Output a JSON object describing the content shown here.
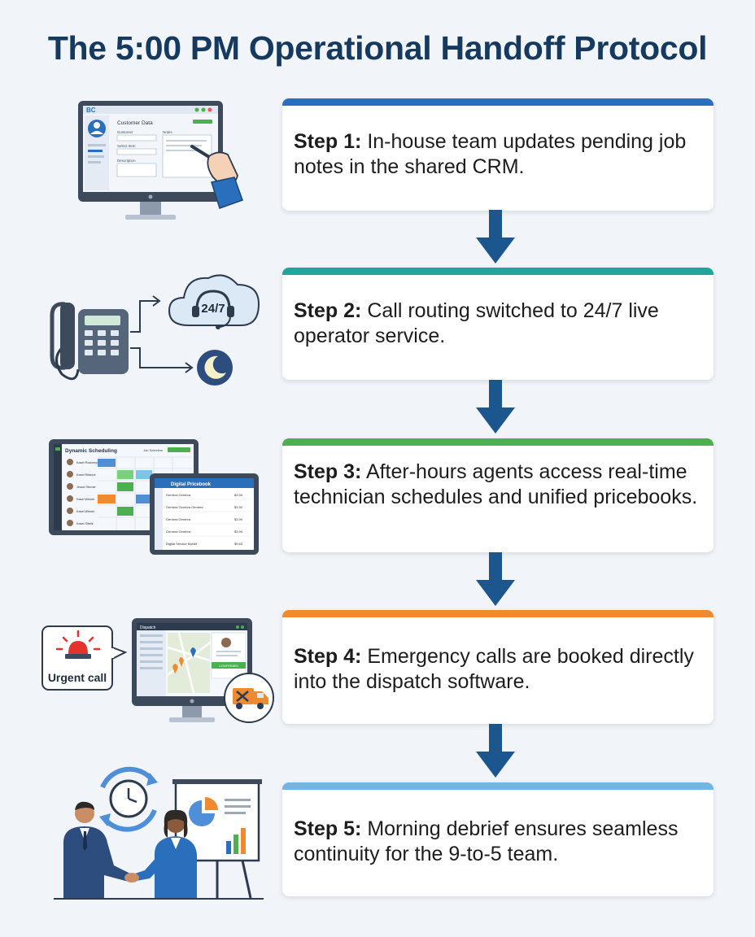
{
  "title": "The 5:00 PM Operational Handoff Protocol",
  "colors": {
    "title": "#163a5f",
    "arrow": "#1c568f",
    "step1": "#2a6fbc",
    "step2": "#1ea69c",
    "step3": "#4caf50",
    "step4": "#f08a2e",
    "step5": "#74b3e2"
  },
  "steps": [
    {
      "label": "Step 1:",
      "text": "In-house team updates pending job notes in the shared CRM.",
      "icon": "crm-monitor-icon"
    },
    {
      "label": "Step 2:",
      "text": "Call routing switched to 24/7 live operator service.",
      "icon": "call-routing-icon"
    },
    {
      "label": "Step 3:",
      "text": "After-hours agents access real-time technician schedules and unified pricebooks.",
      "icon": "scheduling-screens-icon"
    },
    {
      "label": "Step 4:",
      "text": "Emergency calls are booked directly into the dispatch software.",
      "icon": "dispatch-monitor-icon"
    },
    {
      "label": "Step 5:",
      "text": "Morning debrief ensures seamless continuity for the 9-to-5 team.",
      "icon": "morning-debrief-icon"
    }
  ],
  "illustrations": {
    "crm": {
      "brand": "BC",
      "window_title": "Customer Data",
      "field_customer": "Customer",
      "field_notes": "Notes",
      "field_select": "Select Item",
      "field_description": "Description"
    },
    "routing": {
      "cloud_label": "24/7"
    },
    "scheduling": {
      "schedule_title": "Dynamic Scheduling",
      "schedule_filter": "Job Selection",
      "technicians": [
        "Kasei Rosheep",
        "Kasei Ritanne",
        "Jessel Stemie",
        "Kasei Wesek",
        "Kasei Wesek",
        "Kasei Sitelik"
      ],
      "pricebook_title": "Digital Pricebook",
      "pricebook_rows": [
        {
          "name": "Gembra Gembra",
          "price": "$3.90"
        },
        {
          "name": "Gembra Gembra Gembra",
          "price": "$3.90"
        },
        {
          "name": "Gembra Gembra",
          "price": "$3.90"
        },
        {
          "name": "Gembra Gembra",
          "price": "$3.90"
        },
        {
          "name": "Digital Service Mobile",
          "price": "$9.60"
        }
      ]
    },
    "dispatch": {
      "urgent_label": "Urgent call",
      "window_title": "Dispatch",
      "confirm_label": "CONFIRMED"
    }
  }
}
